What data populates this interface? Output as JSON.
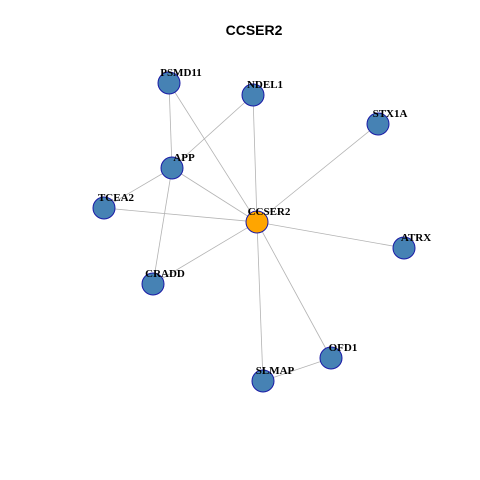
{
  "title": "CCSER2",
  "colors": {
    "center": "#FFA500",
    "neighbor": "#4682B4",
    "border": "#1a1aa6",
    "edge": "#b3b3b3"
  },
  "nodes": [
    {
      "id": "CCSER2",
      "label": "CCSER2",
      "role": "center"
    },
    {
      "id": "PSMD11",
      "label": "PSMD11",
      "role": "neighbor"
    },
    {
      "id": "NDEL1",
      "label": "NDEL1",
      "role": "neighbor"
    },
    {
      "id": "STX1A",
      "label": "STX1A",
      "role": "neighbor"
    },
    {
      "id": "APP",
      "label": "APP",
      "role": "neighbor"
    },
    {
      "id": "TCEA2",
      "label": "TCEA2",
      "role": "neighbor"
    },
    {
      "id": "ATRX",
      "label": "ATRX",
      "role": "neighbor"
    },
    {
      "id": "CRADD",
      "label": "CRADD",
      "role": "neighbor"
    },
    {
      "id": "OFD1",
      "label": "OFD1",
      "role": "neighbor"
    },
    {
      "id": "SLMAP",
      "label": "SLMAP",
      "role": "neighbor"
    }
  ],
  "edges": [
    [
      "CCSER2",
      "PSMD11"
    ],
    [
      "CCSER2",
      "NDEL1"
    ],
    [
      "CCSER2",
      "STX1A"
    ],
    [
      "CCSER2",
      "APP"
    ],
    [
      "CCSER2",
      "TCEA2"
    ],
    [
      "CCSER2",
      "ATRX"
    ],
    [
      "CCSER2",
      "CRADD"
    ],
    [
      "CCSER2",
      "OFD1"
    ],
    [
      "CCSER2",
      "SLMAP"
    ],
    [
      "PSMD11",
      "APP"
    ],
    [
      "NDEL1",
      "APP"
    ],
    [
      "APP",
      "TCEA2"
    ],
    [
      "APP",
      "CRADD"
    ],
    [
      "OFD1",
      "SLMAP"
    ]
  ]
}
